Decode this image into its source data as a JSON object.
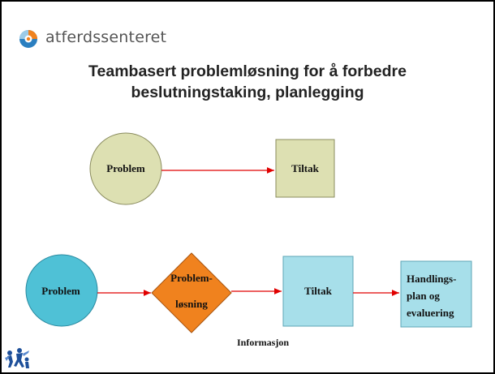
{
  "header": {
    "logo_text": "atferdssenteret",
    "logo_icon": "orange-blue-swirl-icon"
  },
  "title": {
    "line1": "Teambasert problemløsning for å forbedre",
    "line2": "beslutningstaking, planlegging"
  },
  "diagram_top": {
    "problem_label": "Problem",
    "tiltak_label": "Tiltak"
  },
  "diagram_bottom": {
    "problem_label": "Problem",
    "problemlosning_label_1": "Problem-",
    "problemlosning_label_2": "løsning",
    "tiltak_label": "Tiltak",
    "handlingsplan_label_1": "Handlings-",
    "handlingsplan_label_2": "plan og",
    "handlingsplan_label_3": "evaluering",
    "info_label": "Informasjon"
  },
  "colors": {
    "olive_fill": "#dde0b2",
    "olive_stroke": "#8a8c5e",
    "blue_circle": "#4fc1d6",
    "light_blue": "#a7dfea",
    "orange": "#f0821e",
    "arrow_red": "#e00000"
  },
  "footer": {
    "corner_logo_icon": "children-playing-icon"
  }
}
